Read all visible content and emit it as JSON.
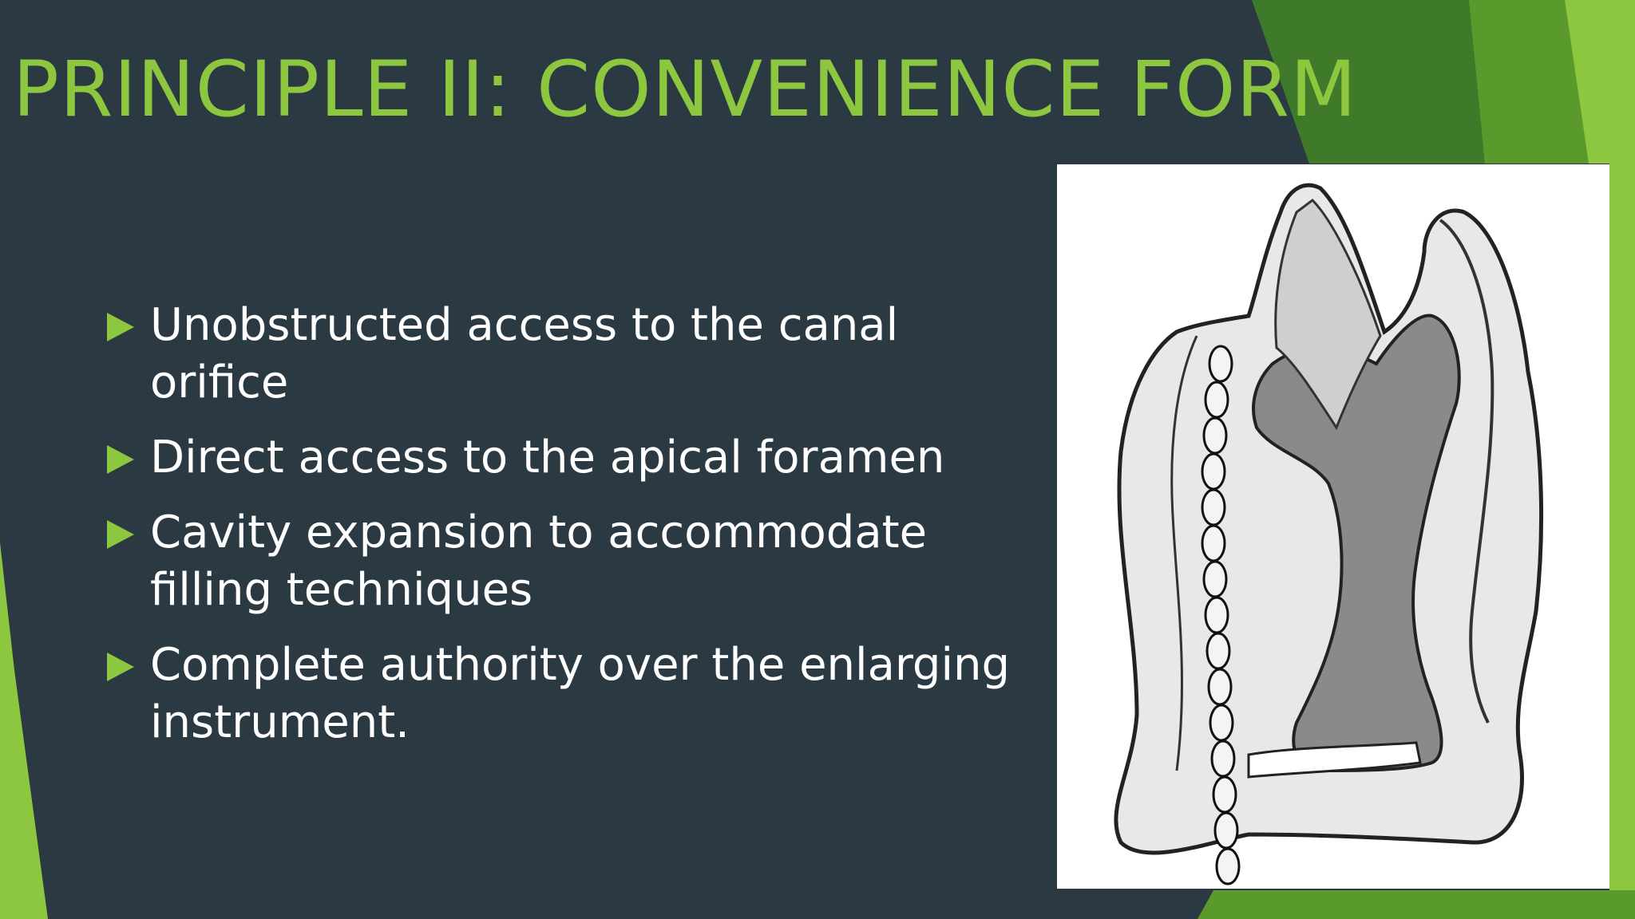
{
  "slide": {
    "title": "PRINCIPLE II: CONVENIENCE FORM",
    "bullets": [
      "Unobstructed access to the canal orifice",
      "Direct access to the apical foramen",
      "Cavity expansion to accommodate filling techniques",
      "Complete authority over the enlarging instrument."
    ],
    "figure_icon": "tooth-cross-section-illustration"
  },
  "colors": {
    "background": "#2b3a42",
    "accent": "#8dc63f",
    "accent_dark": "#3f7a2a",
    "text": "#ffffff"
  }
}
